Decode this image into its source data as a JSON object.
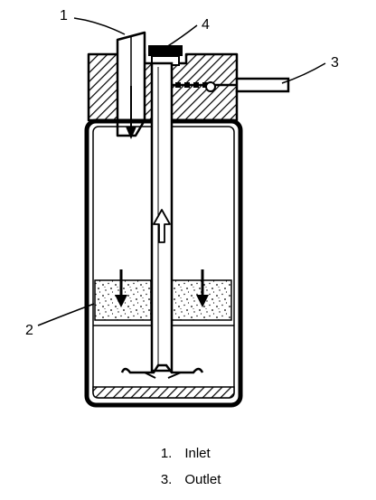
{
  "diagram": {
    "callouts": [
      {
        "id": "1",
        "label": "1"
      },
      {
        "id": "2",
        "label": "2"
      },
      {
        "id": "3",
        "label": "3"
      },
      {
        "id": "4",
        "label": "4"
      }
    ],
    "legend": [
      {
        "number": "1.",
        "text": "Inlet"
      },
      {
        "number": "3.",
        "text": "Outlet"
      }
    ],
    "colors": {
      "ink": "#000000",
      "paper": "#ffffff"
    }
  }
}
